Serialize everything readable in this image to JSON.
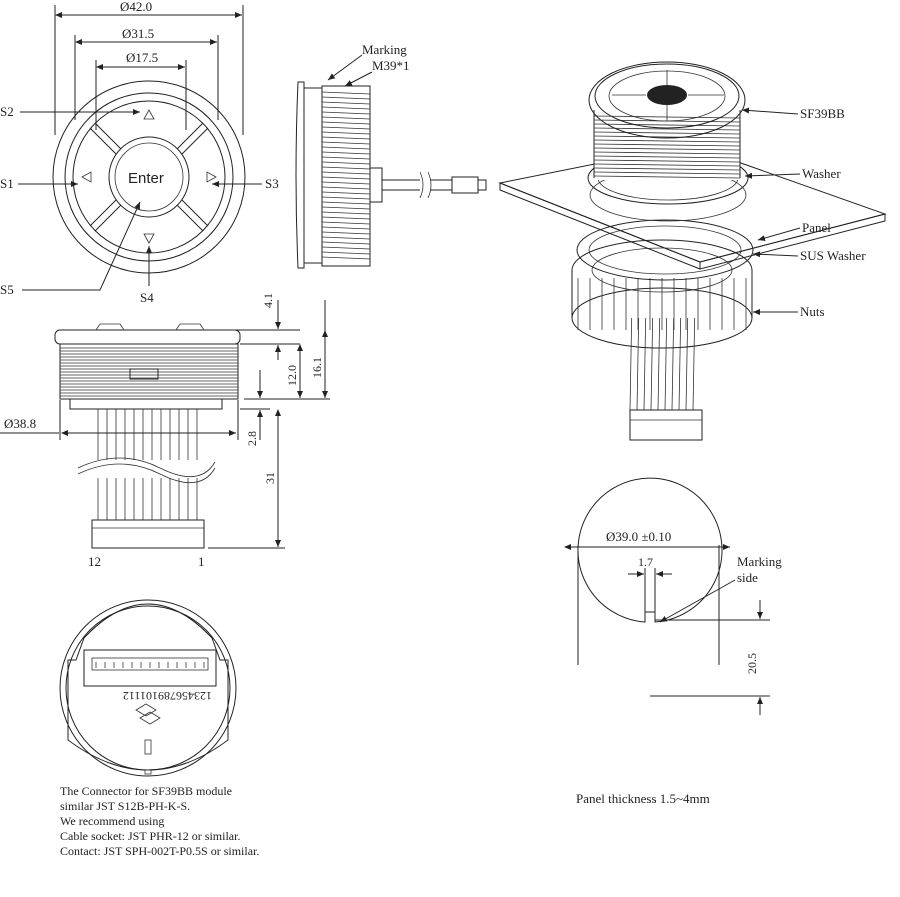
{
  "top_view": {
    "dims": {
      "outer": "Ø42.0",
      "middle": "Ø31.5",
      "inner": "Ø17.5"
    },
    "center_label": "Enter",
    "switch_labels": {
      "s1": "S1",
      "s2": "S2",
      "s3": "S3",
      "s4": "S4",
      "s5": "S5"
    }
  },
  "side_view": {
    "marking": "Marking",
    "thread": "M39*1"
  },
  "exploded": {
    "parts": {
      "module": "SF39BB",
      "washer": "Washer",
      "panel": "Panel",
      "sus_washer": "SUS Washer",
      "nuts": "Nuts"
    }
  },
  "front_view": {
    "dims": {
      "d1": "4.1",
      "d2": "12.0",
      "d3": "16.1",
      "d4": "2.8",
      "d5": "31",
      "dia": "Ø38.8"
    },
    "pins": {
      "left": "12",
      "right": "1"
    }
  },
  "bottom_view": {
    "pin_numbers_text": "123456789101112"
  },
  "cutout": {
    "dia": "Ø39.0 ±0.10",
    "key_width": "1.7",
    "marking_side_line1": "Marking",
    "marking_side_line2": "side",
    "height": "20.5",
    "panel_thickness": "Panel thickness 1.5~4mm"
  },
  "connector_note": [
    "The Connector for SF39BB module",
    "similar JST S12B-PH-K-S.",
    "We recommend using",
    "Cable socket: JST PHR-12 or similar.",
    "Contact: JST SPH-002T-P0.5S or similar."
  ]
}
